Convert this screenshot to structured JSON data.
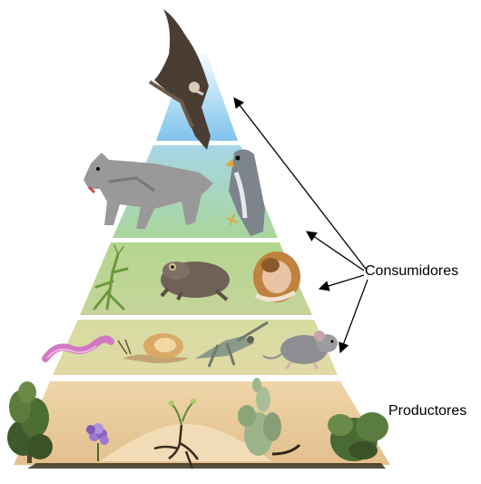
{
  "labels": {
    "consumers": "Consumidores",
    "producers": "Productores"
  },
  "levels": [
    {
      "level": 1,
      "organisms": [
        "shrub",
        "flower",
        "root-sprout",
        "cactus",
        "bush"
      ]
    },
    {
      "level": 2,
      "organisms": [
        "worm",
        "snail",
        "grasshopper",
        "mouse"
      ]
    },
    {
      "level": 3,
      "organisms": [
        "mantis",
        "toad",
        "snake"
      ]
    },
    {
      "level": 4,
      "organisms": [
        "wolf",
        "falcon"
      ]
    },
    {
      "level": 5,
      "organisms": [
        "vulture"
      ]
    }
  ],
  "colors": {
    "soil": "#e9c99a",
    "level2": "#dcdca0",
    "level3": "#b9d08e",
    "level4_top": "#a8d2dc",
    "level4_bottom": "#a8d49a",
    "sky": "#8ec8ea",
    "arrow": "#000000"
  }
}
